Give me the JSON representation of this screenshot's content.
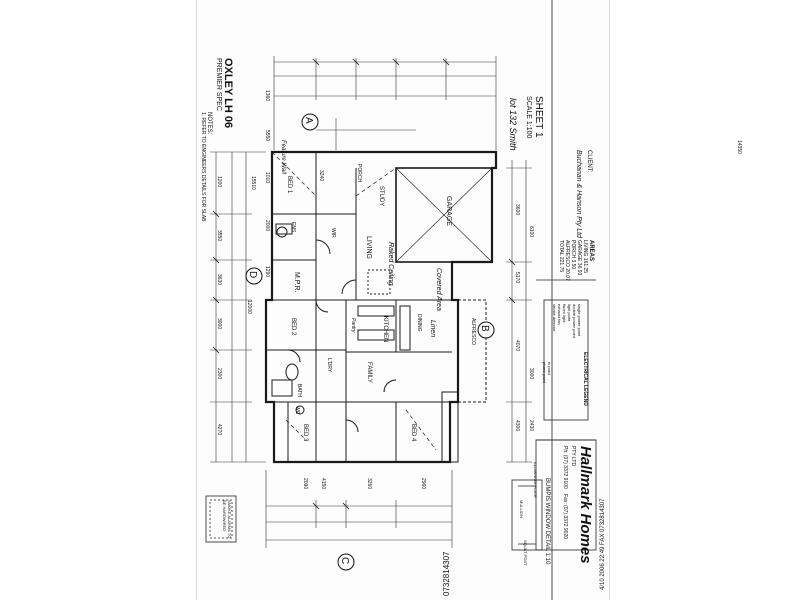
{
  "sheet": {
    "project_title": "OXLEY LH 06",
    "project_subtitle": "PREMIER SPEC",
    "notes_heading": "NOTES:",
    "notes_text": "1. REFER TO ENGINEERS DETAILS FOR SLAB",
    "sheet_number": "SHEET 1",
    "scale": "SCALE 1:100",
    "lot_note": "lot 132 Smith",
    "client_label": "CLIENT:",
    "client_name": "Buchanan & Hanson Pty Ltd",
    "areas_heading": "AREAS",
    "areas": [
      "LIVING 161.25",
      "GARAGE 36.93",
      "PORCH 3.50",
      "ALFRESCO 20.07",
      "TOTAL 221.75"
    ],
    "legend_heading": "ELECTRICAL LEGEND",
    "legend_items": [
      "single power point",
      "double power point",
      "light point",
      "fluoro light",
      "exhaust fan",
      "smoke detector",
      "tv point",
      "phone point"
    ],
    "company": "Hallmark Homes",
    "company_suffix": "PTY LTD",
    "company_phone": "Ph: (07) 3372 9100",
    "company_fax": "Fax: (07) 3372 9020",
    "window_detail": "BUMPIS WINDOW DETAIL 1:10",
    "window_labels": [
      "ALUMINIUM PLATE",
      "MULLION"
    ],
    "stud_label": "SQUAT POST",
    "stamp_text": "SMOKE ALARMS TO BE HARDWIRED",
    "fax_header": "4/10 2006 22:49 FAX 0732814307",
    "fax_number": "0732814307",
    "section_markers": [
      "A",
      "B",
      "C",
      "D"
    ],
    "room_labels": [
      "BED 1",
      "ENS",
      "WIR",
      "M.P.R.",
      "BED 2",
      "BED 3",
      "BED 4",
      "BATH",
      "L'DRY",
      "WC",
      "KITCHEN",
      "FAMILY",
      "DINING",
      "LIVING",
      "STUDY",
      "PORCH",
      "GARAGE",
      "ALFRESCO"
    ],
    "handwritten_notes": [
      "Feature Wall",
      "Raked Ceiling",
      "Covered Area",
      "Linen",
      "Pantry"
    ],
    "dimensions_top": [
      "1360",
      "5550",
      "1010",
      "3240",
      "2000",
      "1290",
      "15510"
    ],
    "dimensions_left": [
      "1200",
      "3550",
      "3630",
      "3900",
      "2300",
      "4270",
      "12000"
    ],
    "dimensions_right": [
      "3600",
      "5170",
      "4070",
      "6100",
      "4300",
      "3000",
      "2430"
    ],
    "dimensions_bottom": [
      "2090",
      "4150",
      "3260",
      "2960",
      "14350"
    ]
  }
}
